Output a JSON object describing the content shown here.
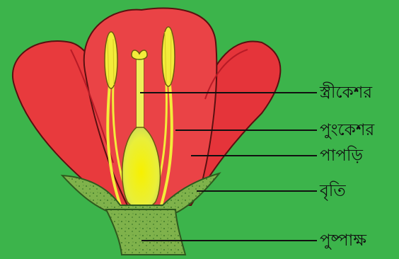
{
  "background_color": "#3cb44b",
  "petal_color": "#e83a3d",
  "petal_shade_color": "#c21f2b",
  "stamen_color": "#f3ec3a",
  "sepal_color": "#7fb24b",
  "labels": [
    {
      "key": "pistil",
      "text": "স্ত্রীকেশর"
    },
    {
      "key": "stamen",
      "text": "পুংকেশর"
    },
    {
      "key": "petal",
      "text": "পাপড়ি"
    },
    {
      "key": "sepal",
      "text": "বৃতি"
    },
    {
      "key": "receptacle",
      "text": "পুষ্পাক্ষ"
    }
  ]
}
